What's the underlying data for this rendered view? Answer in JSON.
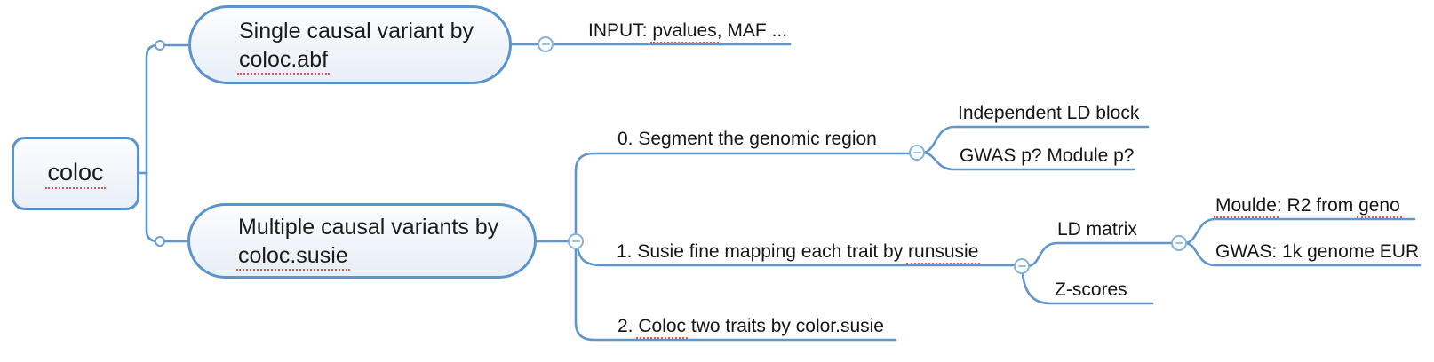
{
  "mindmap": {
    "root": {
      "label": "coloc"
    },
    "children": [
      {
        "id": "abf",
        "line1": "Single causal variant by",
        "line2": "coloc.abf",
        "children": [
          {
            "id": "input",
            "pre": "INPUT: ",
            "flagged": "pvalues",
            "post": ", MAF ..."
          }
        ]
      },
      {
        "id": "susie",
        "line1": "Multiple causal variants by",
        "line2": "coloc.susie",
        "children": [
          {
            "id": "segment",
            "label": "0. Segment the genomic region",
            "children": [
              {
                "id": "independent-ld",
                "label": "Independent LD block"
              },
              {
                "id": "gwas-module-p",
                "label": "GWAS p? Module p?"
              }
            ]
          },
          {
            "id": "susie-mapping",
            "pre": "1. Susie fine mapping each trait by ",
            "flagged": "runsusie",
            "children": [
              {
                "id": "ld-matrix",
                "label": "LD matrix",
                "children": [
                  {
                    "id": "moulde",
                    "flagged_start": "Moulde",
                    "mid": ": R2 from ",
                    "flagged_end": "geno"
                  },
                  {
                    "id": "gwas-1k",
                    "label": "GWAS: 1k genome EUR"
                  }
                ]
              },
              {
                "id": "z-scores",
                "label": "Z-scores"
              }
            ]
          },
          {
            "id": "coloc-two",
            "pre": "2. ",
            "flagged": "Coloc",
            "post": " two traits by color.susie"
          }
        ]
      }
    ]
  },
  "colors": {
    "branch_line": "#5e96cd",
    "node_border": "#5b94cc",
    "node_fill_top": "#fcfdff",
    "node_fill_bottom": "#e9eff7",
    "spellcheck_underline": "#e4554b",
    "text": "#1b1b1b",
    "collapse_button_border": "#88b1dd",
    "background": "#ffffff"
  }
}
